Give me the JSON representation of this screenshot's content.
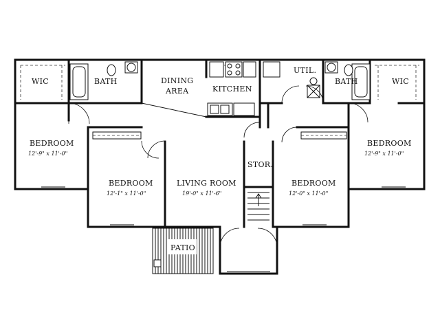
{
  "rooms": {
    "wic_left": {
      "name": "WIC"
    },
    "bath_left": {
      "name": "BATH"
    },
    "dining": {
      "name": "DINING\nAREA",
      "line1": "DINING",
      "line2": "AREA"
    },
    "kitchen": {
      "name": "KITCHEN"
    },
    "util": {
      "name": "UTIL."
    },
    "bath_right": {
      "name": "BATH"
    },
    "wic_right": {
      "name": "WIC"
    },
    "bedroom_1": {
      "name": "BEDROOM",
      "dims": "12'-9\" x 11'-0\""
    },
    "bedroom_2": {
      "name": "BEDROOM",
      "dims": "12'-1\" x 11'-0\""
    },
    "living": {
      "name": "LIVING ROOM",
      "dims": "19'-0\" x 11'-6\""
    },
    "stor": {
      "name": "STOR."
    },
    "bedroom_3": {
      "name": "BEDROOM",
      "dims": "12'-0\" x 11'-0\""
    },
    "bedroom_4": {
      "name": "BEDROOM",
      "dims": "12'-9\" x 11'-0\""
    },
    "patio": {
      "name": "PATIO"
    }
  }
}
